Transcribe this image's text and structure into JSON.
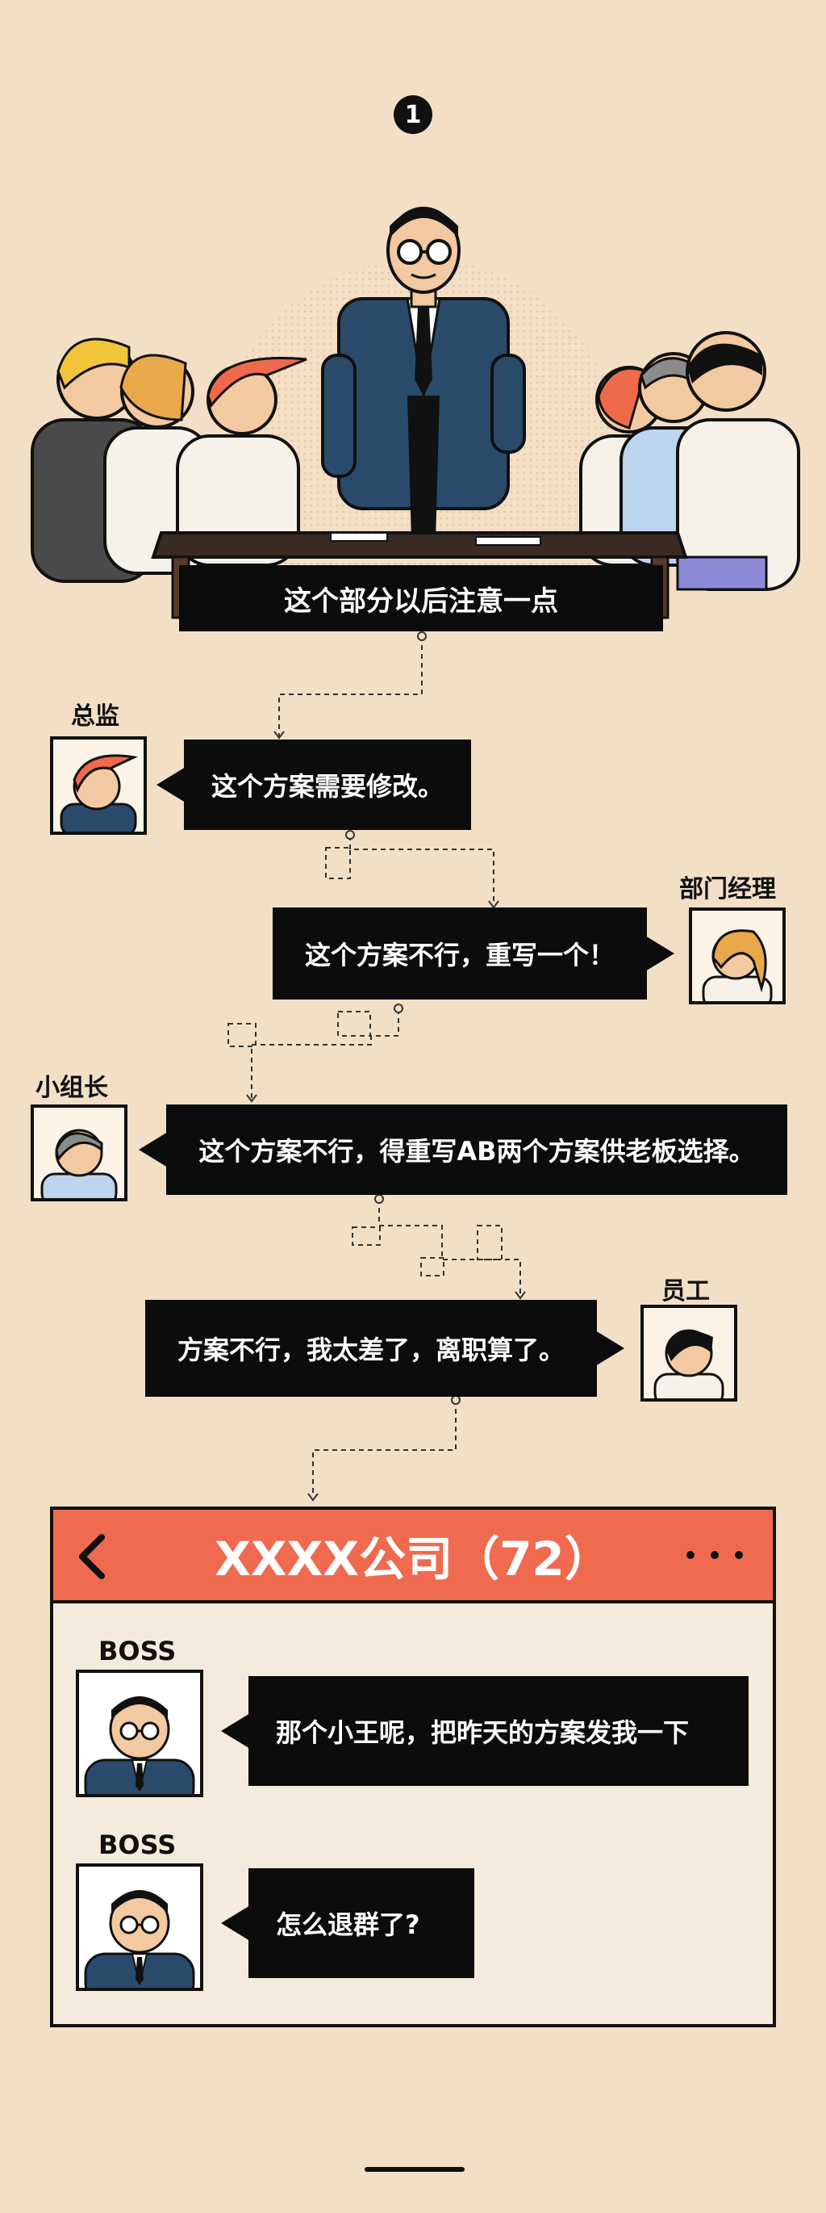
{
  "step_number": "1",
  "scene": {
    "caption": "这个部分以后注意一点"
  },
  "chain": [
    {
      "role": "总监",
      "message": "这个方案需要修改。"
    },
    {
      "role": "部门经理",
      "message": "这个方案不行，重写一个！"
    },
    {
      "role": "小组长",
      "message": "这个方案不行，得重写AB两个方案供老板选择。"
    },
    {
      "role": "员工",
      "message": "方案不行，我太差了，离职算了。"
    }
  ],
  "chat": {
    "title": "XXXX公司（72）",
    "back_icon": "chevron-left-icon",
    "more_icon": "more-dots-icon",
    "header_color": "#f06a50",
    "messages": [
      {
        "sender": "BOSS",
        "text": "那个小王呢，把昨天的方案发我一下"
      },
      {
        "sender": "BOSS",
        "text": "怎么退群了?"
      }
    ]
  },
  "colors": {
    "background": "#f2dfc5",
    "bubble": "#0c0c0c",
    "suit": "#2a4a6b"
  }
}
